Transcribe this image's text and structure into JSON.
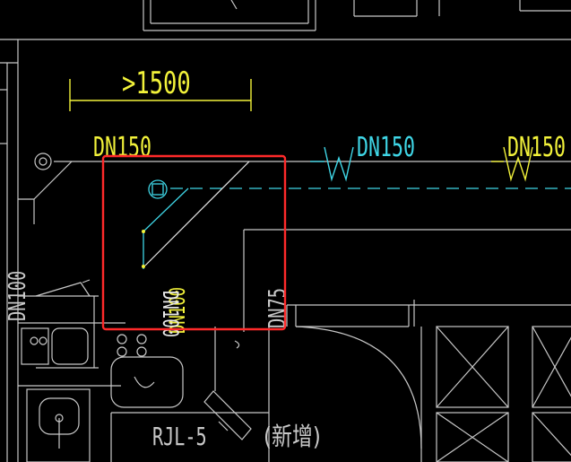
{
  "colors": {
    "background": "#000000",
    "wall": "#c8c8c8",
    "yellow": "#f2f23a",
    "cyan": "#3fd6e6",
    "highlight": "#ff2a2a"
  },
  "labels": {
    "dim_text": ">1500",
    "dn150_left": "DN150",
    "dn150_mid": "DN150",
    "dn150_right": "DN150",
    "dn100_left": "DN100",
    "dn75": "DN75",
    "dn100_bottom": "DN100",
    "dn100_mirror": "DN100",
    "rjl": "RJL-5",
    "new_tag": "(新增)"
  },
  "icons": {
    "cold_water_symbol": "W",
    "riser_pipe": "circle-square-icon"
  }
}
